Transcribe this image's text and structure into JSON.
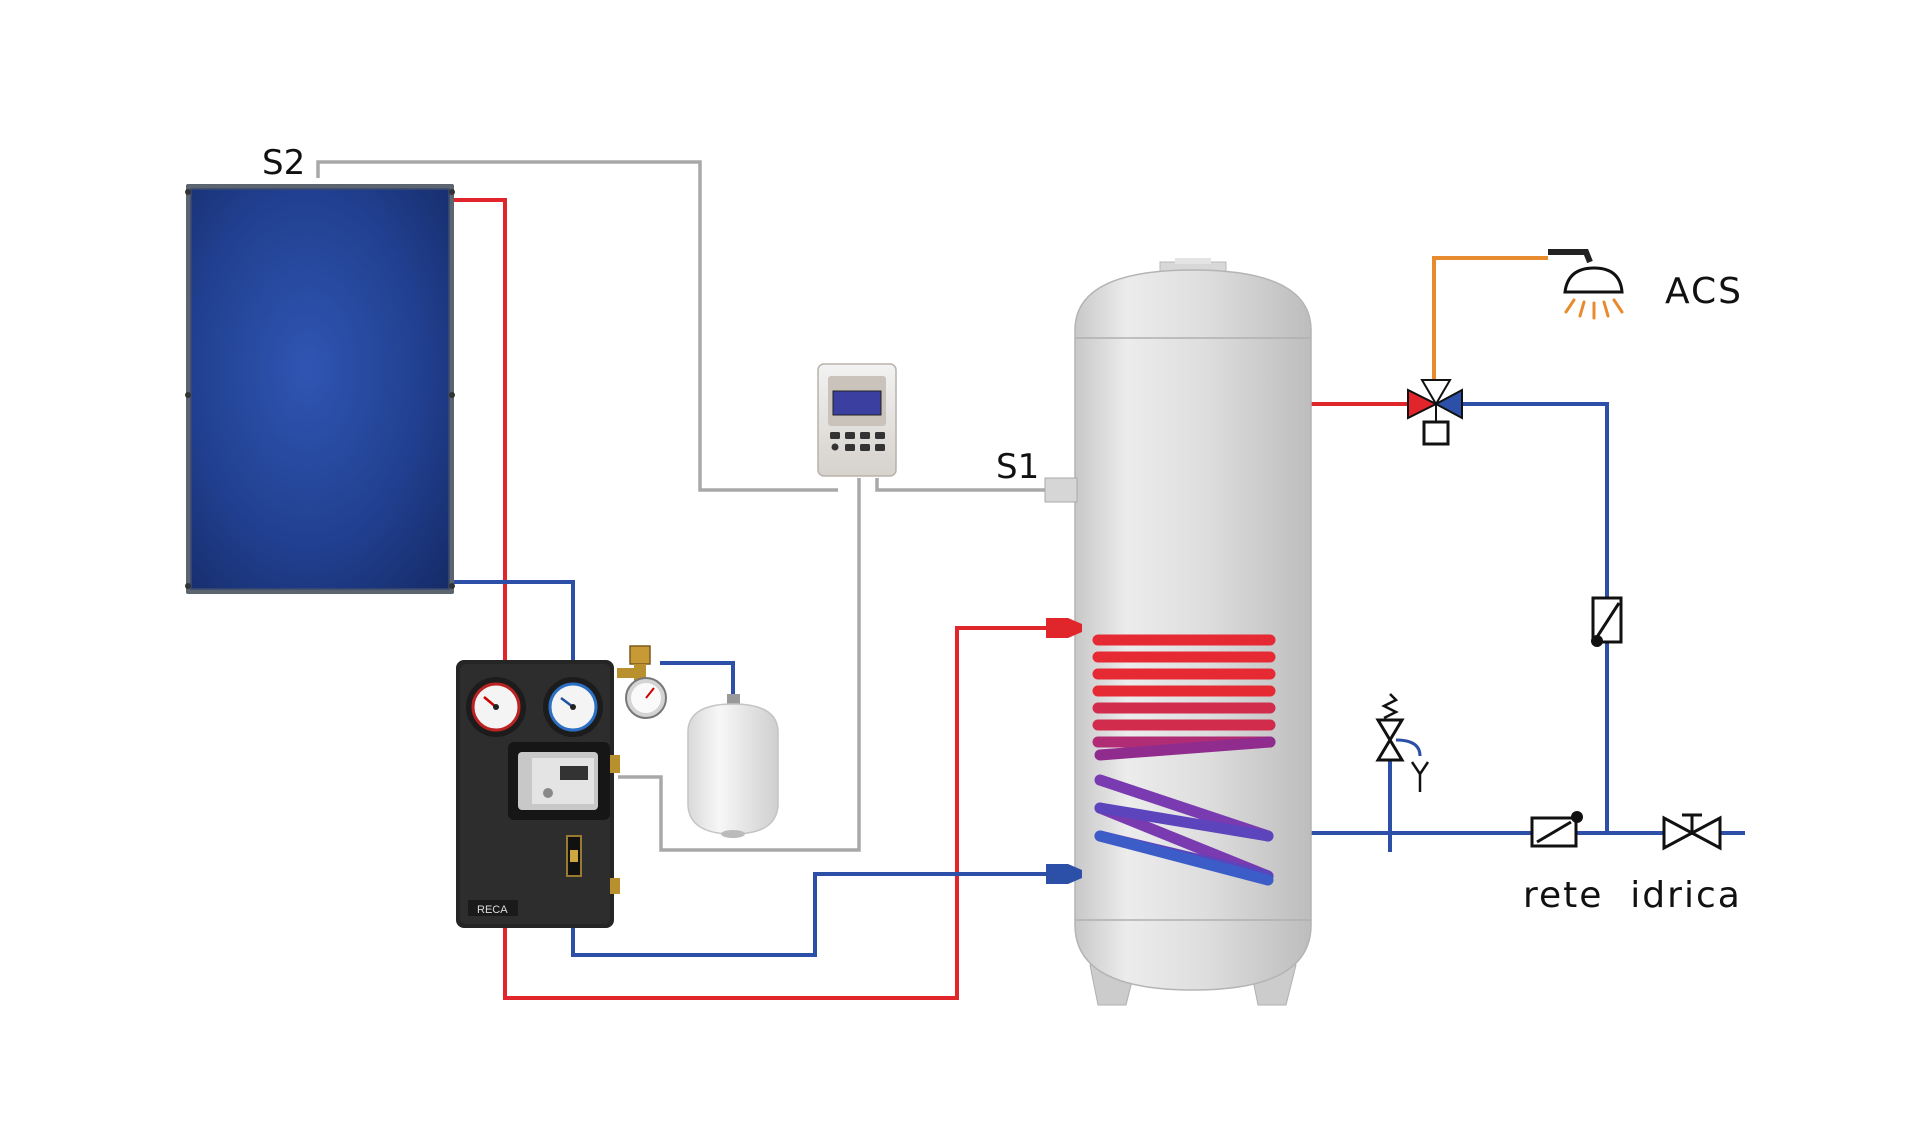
{
  "labels": {
    "sensor_collector": "S2",
    "sensor_tank": "S1",
    "hot_water_outlet": "ACS",
    "mains_water": "rete  idrica"
  },
  "components": {
    "pump_station_brand": "RECA",
    "controller_icon": "solar-controller-icon",
    "shower_icon": "shower-head-icon"
  },
  "colors": {
    "hot_pipe": "#e0262b",
    "cold_pipe": "#2c4fa8",
    "sensor_wire": "#a8a8a8",
    "hot_water_pipe": "#e88a2e",
    "collector": "#1f3f8f",
    "tank": "#dcdcdc"
  }
}
